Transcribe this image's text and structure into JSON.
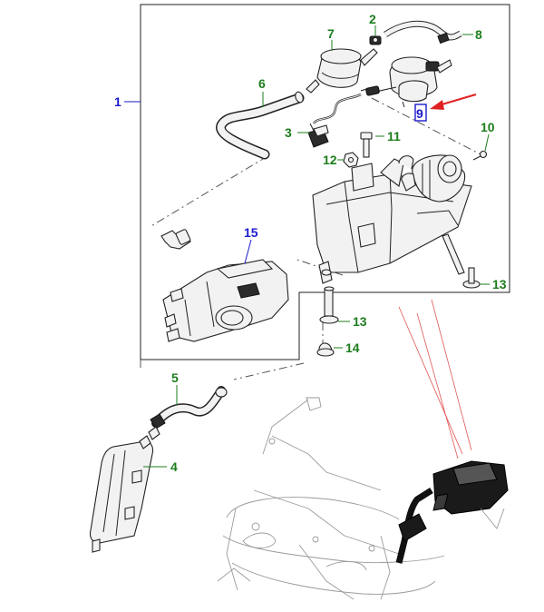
{
  "callouts": {
    "c1": "1",
    "c2": "2",
    "c3": "3",
    "c4": "4",
    "c5": "5",
    "c6": "6",
    "c7": "7",
    "c8": "8",
    "c9": "9",
    "c10": "10",
    "c11": "11",
    "c12": "12",
    "c13a": "13",
    "c13b": "13",
    "c14": "14",
    "c15": "15"
  },
  "colors": {
    "callout_green": "#1d7d1d",
    "callout_blue": "#1a1acc",
    "selection_box": "#1a1acc",
    "pointer_arrow": "#e02020"
  },
  "selected_callout": "9"
}
